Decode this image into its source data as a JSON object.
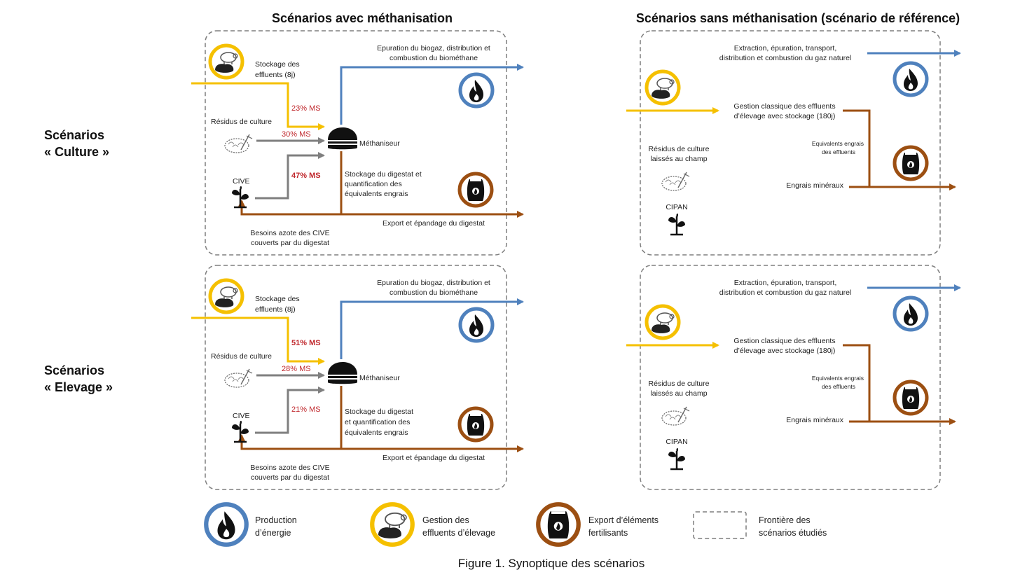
{
  "headers": {
    "with": "Scénarios avec méthanisation",
    "without": "Scénarios sans méthanisation (scénario de référence)"
  },
  "rows": {
    "culture": [
      "Scénarios",
      "« Culture »"
    ],
    "elevage": [
      "Scénarios",
      "« Elevage »"
    ]
  },
  "with_culture": {
    "storage": [
      "Stockage des",
      "effluents (8j)"
    ],
    "residues": "Résidus de culture",
    "cive": "CIVE",
    "pct_effluents": "23% MS",
    "pct_residues": "30% MS",
    "pct_cive": "47% MS",
    "energy": [
      "Epuration du biogaz, distribution et",
      "combustion du biométhane"
    ],
    "digester": "Méthaniseur",
    "digestate": [
      "Stockage du digestat et",
      "quantification des",
      "équivalents engrais"
    ],
    "export": "Export et épandage du digestat",
    "needs": [
      "Besoins azote des CIVE",
      "couverts par du digestat"
    ]
  },
  "with_elevage": {
    "storage": [
      "Stockage des",
      "effluents (8j)"
    ],
    "residues": "Résidus de culture",
    "cive": "CIVE",
    "pct_effluents": "51% MS",
    "pct_residues": "28% MS",
    "pct_cive": "21% MS",
    "energy": [
      "Epuration du biogaz, distribution et",
      "combustion du biométhane"
    ],
    "digester": "Méthaniseur",
    "digestate": [
      "Stockage du digestat",
      "et quantification des",
      "équivalents engrais"
    ],
    "export": "Export et épandage du digestat",
    "needs": [
      "Besoins azote des CIVE",
      "couverts par du digestat"
    ]
  },
  "reference": {
    "gas": [
      "Extraction, épuration, transport,",
      "distribution et combustion du gaz naturel"
    ],
    "management": [
      "Gestion classique des effluents",
      "d’élevage avec stockage (180j)"
    ],
    "equivalents": [
      "Equivalents engrais",
      "des effluents"
    ],
    "residues": [
      "Résidus de culture",
      "laissés au champ"
    ],
    "cipan": "CIPAN",
    "mineral": "Engrais minéraux"
  },
  "legend": {
    "energy": [
      "Production",
      "d’énergie"
    ],
    "effluents": [
      "Gestion des",
      "effluents d’élevage"
    ],
    "export": [
      "Export d’éléments",
      "fertilisants"
    ],
    "boundary": [
      "Frontière des",
      "scénarios étudiés"
    ]
  },
  "caption": "Figure 1. Synoptique des scénarios",
  "colors": {
    "energy_blue": "#4f81bd",
    "effluent_yellow": "#f5c000",
    "export_brown": "#9c4f12",
    "input_gray": "#7f7f7f",
    "percent_red": "#c0282d"
  },
  "icons": [
    "flame-icon",
    "pig-manure-icon",
    "fertilizer-bag-icon",
    "hay-bale-icon",
    "plant-icon",
    "digester-icon"
  ]
}
